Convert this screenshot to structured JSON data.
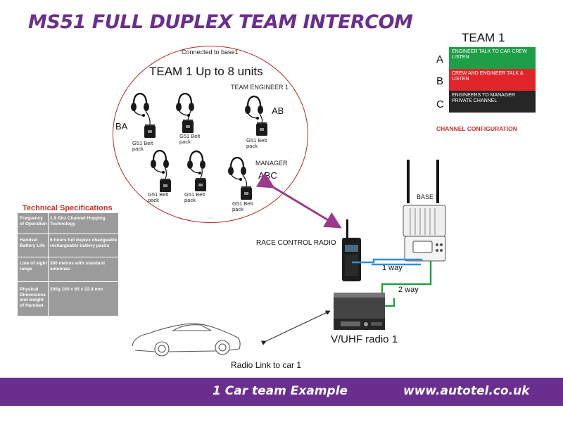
{
  "title": "MS51 FULL DUPLEX TEAM INTERCOM",
  "team_circle": {
    "connected_label": "Connected to base1",
    "heading": "TEAM 1 Up to 8 units",
    "engineer_label": "TEAM ENGINEER 1",
    "manager_label": "MANAGER",
    "channel_tags": {
      "ba": "BA",
      "ab": "AB",
      "abc": "ABC"
    },
    "belt_pack_label": "G51 Belt pack"
  },
  "channel_config": {
    "team_label": "TEAM 1",
    "caption": "CHANNEL CONFIGURATION",
    "rows": [
      {
        "letter": "A",
        "text": "ENGINEER TALK TO CAR CREW LISTEN",
        "color": "#1e9e46"
      },
      {
        "letter": "B",
        "text": "CREW AND ENGINEER TALK & LISTEN",
        "color": "#e0262a"
      },
      {
        "letter": "C",
        "text": "ENGINEERS TO MANAGER PRIVATE CHANNEL",
        "color": "#262626"
      }
    ]
  },
  "tech_specs": {
    "title": "Technical Specifications",
    "rows": [
      {
        "label": "Frequency of Operation",
        "value": "1.9 Ghz Channel Hopping Technology"
      },
      {
        "label": "Handset Battery Life",
        "value": "6 hours full duplex changeable rechargeable battery packs"
      },
      {
        "label": "Line of sight range",
        "value": "300 metres with standard antennas"
      },
      {
        "label": "Physical Dimensions and weight of Handset",
        "value": "200g 105 x 65 x 22.4 mm"
      }
    ]
  },
  "equipment": {
    "base_label": "BASE 1",
    "radio_label": "RACE CONTROL RADIO",
    "one_way_label": "1 way",
    "two_way_label": "2 way",
    "vuhf_label": "V/UHF radio 1",
    "car_link_label": "Radio Link to car 1"
  },
  "footer": {
    "left_text": "1 Car team Example",
    "right_text": "www.autotel.co.uk"
  },
  "colors": {
    "brand_purple": "#6a2f8e",
    "link_blue": "#2f8fd8",
    "link_green": "#1e9e46",
    "arrow_purple": "#9b3a8c"
  }
}
